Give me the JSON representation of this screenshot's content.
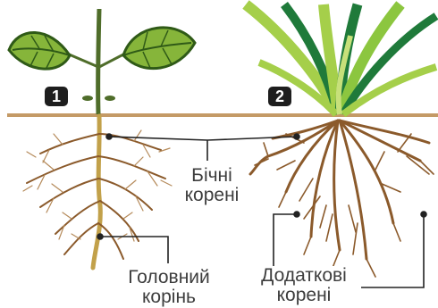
{
  "plants": [
    {
      "number": "1"
    },
    {
      "number": "2"
    }
  ],
  "labels": {
    "lateral_roots": {
      "line1": "Бічні",
      "line2": "корені"
    },
    "main_root": {
      "line1": "Головний",
      "line2": "корінь"
    },
    "adventitious_roots": {
      "line1": "Додаткові",
      "line2": "корені"
    }
  },
  "colors": {
    "soil_line": "#c49a66",
    "root_dark": "#8b5a2b",
    "root_light": "#b58a5a",
    "main_root": "#c2a14a",
    "stem": "#4f6d2a",
    "leaf": "#86b53a",
    "leaf_dark": "#3e6b1e",
    "grass_light": "#a5cf4a",
    "grass_dark": "#1f7a3a",
    "badge": "#1e1e1e",
    "pointer": "#222222"
  }
}
